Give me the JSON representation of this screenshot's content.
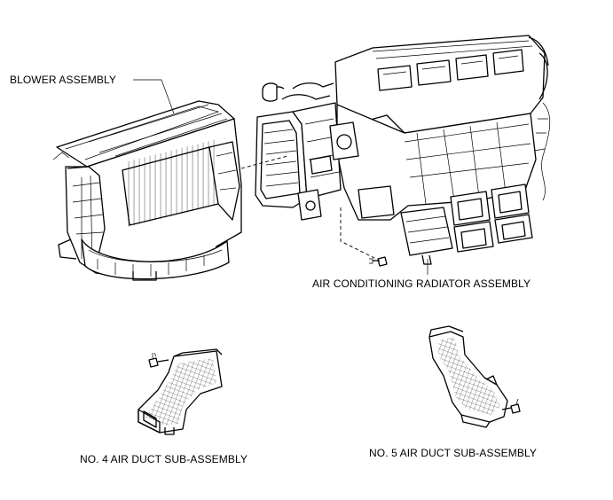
{
  "labels": {
    "blower": "BLOWER ASSEMBLY",
    "radiator": "AIR CONDITIONING RADIATOR ASSEMBLY",
    "duct4": "NO. 4 AIR DUCT SUB-ASSEMBLY",
    "duct5": "NO. 5 AIR DUCT SUB-ASSEMBLY"
  }
}
